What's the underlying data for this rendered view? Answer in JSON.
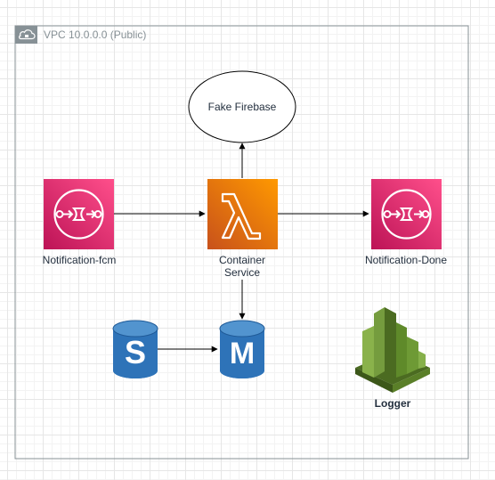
{
  "vpc": {
    "label": "VPC 10.0.0.0 (Public)"
  },
  "nodes": {
    "fake_firebase": {
      "label": "Fake Firebase"
    },
    "notification_fcm": {
      "label": "Notification-fcm",
      "icon": "sqs-queue-icon"
    },
    "container_service": {
      "label_line1": "Container",
      "label_line2": "Service",
      "icon": "lambda-icon"
    },
    "notification_done": {
      "label": "Notification-Done",
      "icon": "sqs-queue-icon"
    },
    "db_s": {
      "letter": "S",
      "icon": "database-icon"
    },
    "db_m": {
      "letter": "M",
      "icon": "database-icon"
    },
    "logger": {
      "label": "Logger",
      "icon": "cloudwatch-icon"
    }
  },
  "colors": {
    "sqs": "#e7157b",
    "lambda": "#e07318",
    "database": "#2e73b8",
    "cloudwatch": "#6b8f2c"
  }
}
